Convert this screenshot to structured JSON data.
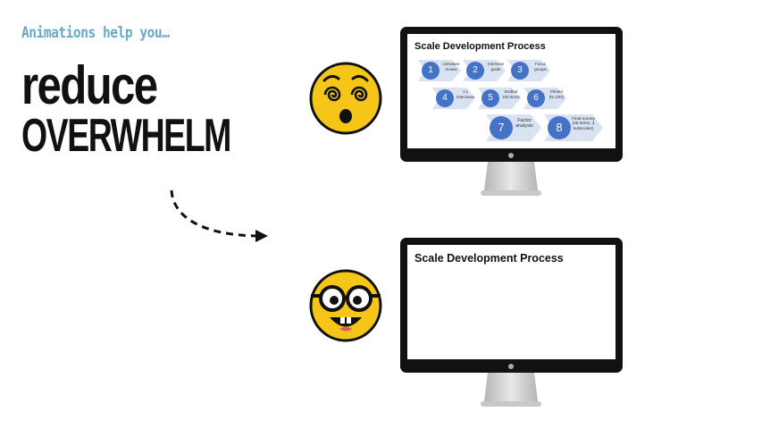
{
  "subtitle": "Animations help you…",
  "headline_line1": "reduce",
  "headline_line2": "OVERWHELM",
  "colors": {
    "subtitle": "#6aa9c4",
    "accent_blue": "#4472c4",
    "chevron": "#d9e2f3",
    "emoji_yellow": "#f5c518"
  },
  "monitor_top": {
    "title": "Scale Development Process",
    "steps": [
      {
        "num": "1",
        "label": "Literature review"
      },
      {
        "num": "2",
        "label": "Interview guide"
      },
      {
        "num": "3",
        "label": "Focus groups"
      },
      {
        "num": "4",
        "label": "1:1 interviews"
      },
      {
        "num": "5",
        "label": "Drafted 150 items"
      },
      {
        "num": "6",
        "label": "Piloted (N=203)"
      },
      {
        "num": "7",
        "label": "Factor analysis"
      },
      {
        "num": "8",
        "label": "Final survey (48 items, 4 subscales)"
      }
    ]
  },
  "monitor_bottom": {
    "title": "Scale Development Process"
  },
  "icons": {
    "dizzy": "dizzy-face-icon",
    "nerd": "nerd-face-icon",
    "arrow": "dashed-arrow-icon"
  }
}
